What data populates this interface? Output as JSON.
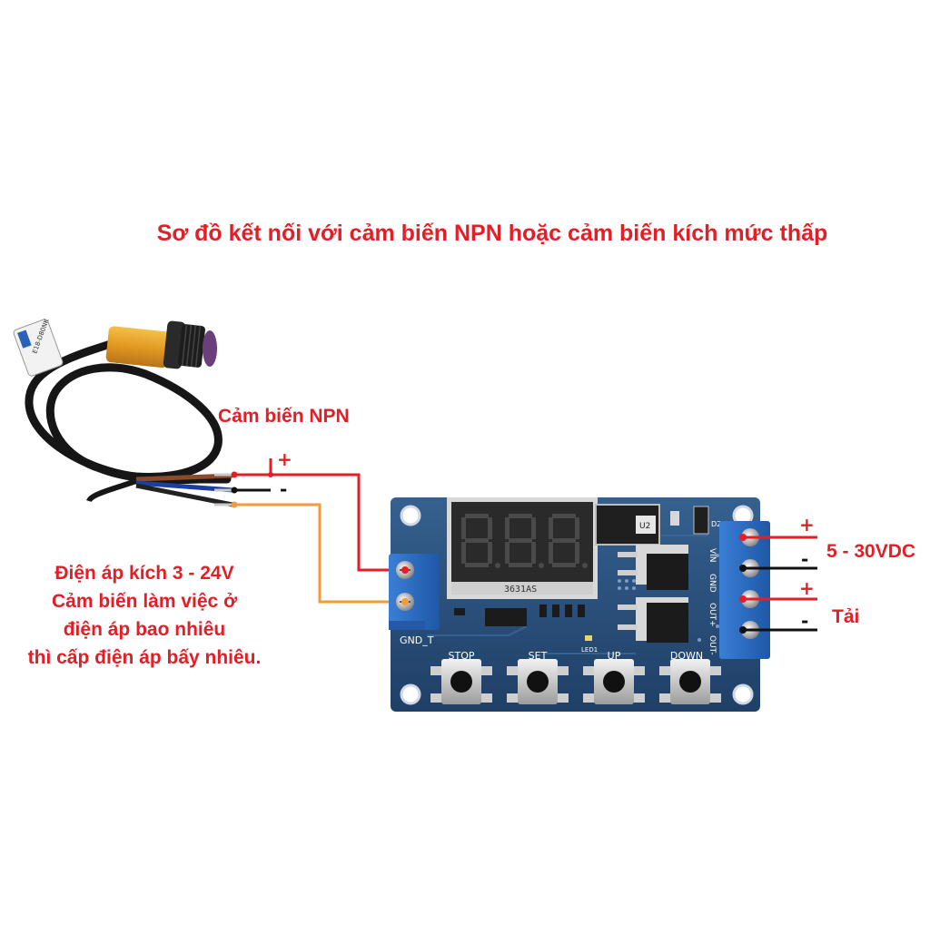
{
  "title": "Sơ đồ kết nối với cảm biến NPN hoặc cảm biến kích mức thấp",
  "sensor_label": "Cảm biến NPN",
  "note_lines": [
    "Điện áp kích 3 - 24V",
    "Cảm biến làm việc ở",
    "điện áp bao nhiêu",
    "thì cấp điện áp bấy nhiêu."
  ],
  "sensor_plus": "+",
  "sensor_minus": "-",
  "supply_label": "5 - 30VDC",
  "supply_plus": "+",
  "supply_minus": "-",
  "load_label": "Tải",
  "load_plus": "+",
  "load_minus": "-",
  "board": {
    "display": "8.8.8",
    "display_part": "3631AS",
    "trigger_terminal": "GND_T",
    "buttons": [
      "STOP",
      "SET",
      "UP",
      "DOWN"
    ],
    "power_pins": [
      "VIN",
      "GND",
      "OUT+",
      "OUT-"
    ],
    "chip_label": "U2",
    "diode_label": "D2",
    "led_label": "LED1"
  },
  "sensor_model": "E18-D80NK",
  "colors": {
    "label_red": "#e41e26",
    "wire_red": "#e41e26",
    "wire_orange": "#f39a3a",
    "wire_black": "#111111",
    "pcb_blue": "#2b4f7e",
    "terminal_blue": "#2f6fc4",
    "sensor_orange": "#e8a52a"
  }
}
